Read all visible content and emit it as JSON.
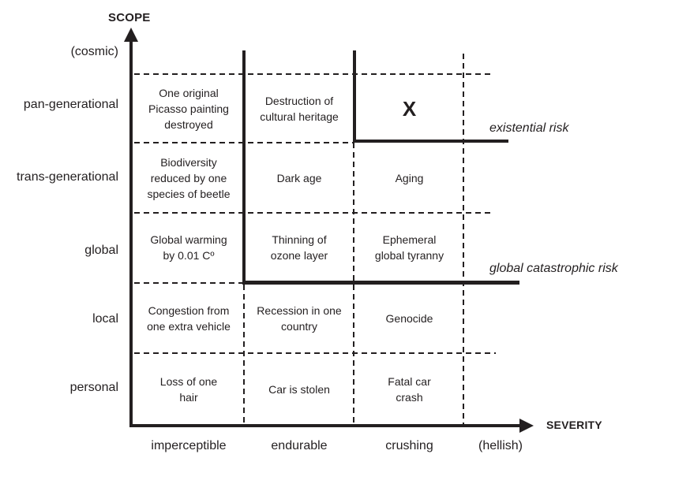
{
  "colors": {
    "ink": "#231f20",
    "background": "#ffffff"
  },
  "y_axis": {
    "title": "SCOPE",
    "categories": [
      "(cosmic)",
      "pan-generational",
      "trans-generational",
      "global",
      "local",
      "personal"
    ]
  },
  "x_axis": {
    "title": "SEVERITY",
    "categories": [
      "imperceptible",
      "endurable",
      "crushing",
      "(hellish)"
    ]
  },
  "region_labels": {
    "existential": "existential risk",
    "global_catastrophic": "global catastrophic risk"
  },
  "grid": {
    "rows": [
      [
        "One original\nPicasso painting\ndestroyed",
        "Destruction of\ncultural heritage",
        "X"
      ],
      [
        "Biodiversity\nreduced by one\nspecies of beetle",
        "Dark age",
        "Aging"
      ],
      [
        "Global warming\nby 0.01 Cº",
        "Thinning of\nozone layer",
        "Ephemeral\nglobal tyranny"
      ],
      [
        "Congestion from\none extra vehicle",
        "Recession in one\ncountry",
        "Genocide"
      ],
      [
        "Loss of one\nhair",
        "Car is stolen",
        "Fatal car\ncrash"
      ]
    ]
  }
}
